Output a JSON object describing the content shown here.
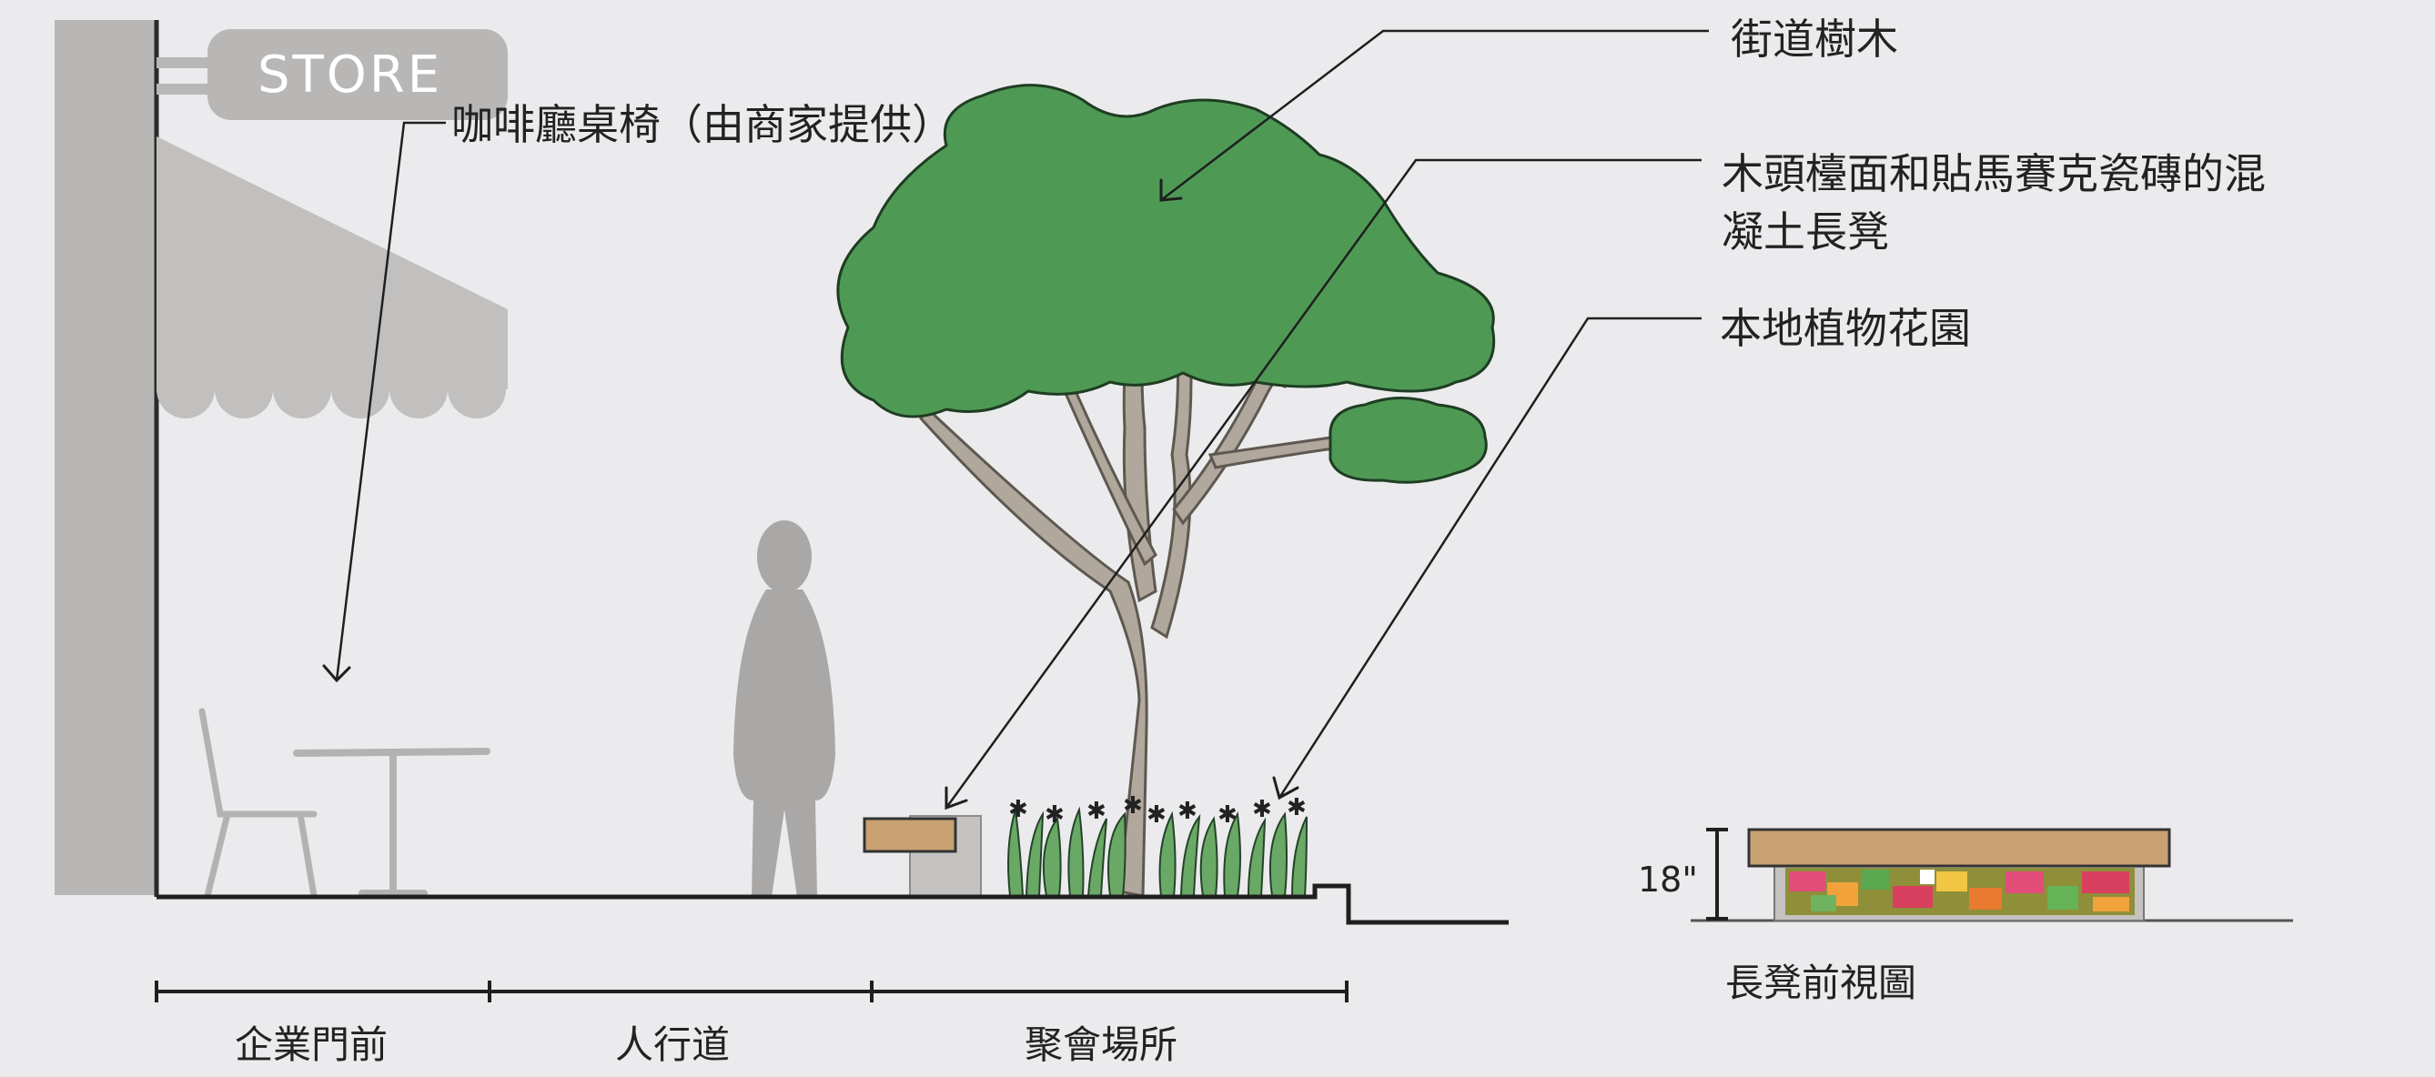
{
  "sign": {
    "text": "STORE"
  },
  "callouts": {
    "cafe": "咖啡廳桌椅（由商家提供）",
    "street_tree": "街道樹木",
    "bench_line1": "木頭檯面和貼馬賽克瓷磚的混",
    "bench_line2": "凝土長凳",
    "garden": "本地植物花園"
  },
  "zones": [
    "企業門前",
    "人行道",
    "聚會場所"
  ],
  "inset": {
    "height": "18\"",
    "caption": "長凳前視圖"
  },
  "colors": {
    "background": "#ebebed",
    "building_gray": "#b9b7b6",
    "tree_green": "#4e9a55",
    "trunk": "#b0a89c",
    "wood": "#c9a172",
    "concrete": "#c4c3c1",
    "ink": "#222222"
  }
}
